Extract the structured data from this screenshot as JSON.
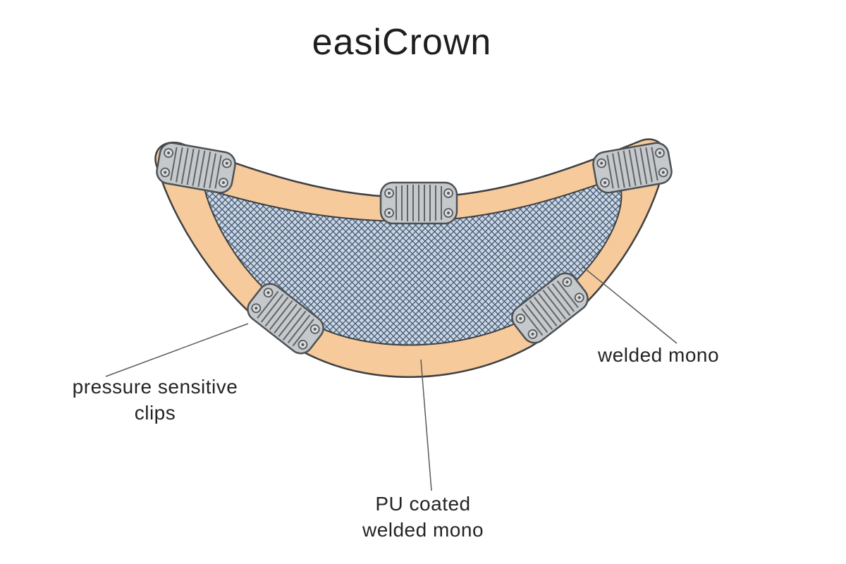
{
  "title": "easiCrown",
  "diagram": {
    "labels": {
      "pressure_clips_line1": "pressure sensitive",
      "pressure_clips_line2": "clips",
      "welded_mono": "welded mono",
      "pu_coated_line1": "PU coated",
      "pu_coated_line2": "welded mono"
    },
    "colors": {
      "base_peach": "#f6ca9b",
      "mesh_line_blue": "#3d5878",
      "mesh_background": "#cdd5e0",
      "clip_gray": "#c6c9cc",
      "outline_dark": "#3d4043",
      "leader_line": "#5a5a5a",
      "text": "#242424"
    },
    "clip_count": 5
  }
}
